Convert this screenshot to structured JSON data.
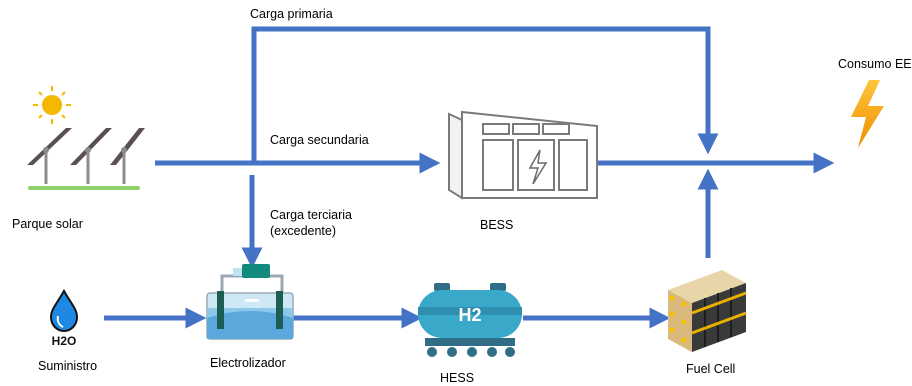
{
  "labels": {
    "carga_primaria": "Carga primaria",
    "carga_secundaria": "Carga secundaria",
    "carga_terciaria_line1": "Carga terciaria",
    "carga_terciaria_line2": "(excedente)",
    "consumo": "Consumo EE",
    "parque_solar": "Parque solar",
    "bess": "BESS",
    "suministro": "Suministro",
    "electrolizador": "Electrolizador",
    "hess": "HESS",
    "fuel_cell": "Fuel Cell"
  },
  "icon_text": {
    "h2o": "H2O",
    "h2": "H2"
  },
  "colors": {
    "arrow": "#4472C4",
    "lightning": "#F5A623",
    "panel": "#4a4a4a",
    "tank": "#3AA8C8",
    "water": "#1E88E5"
  },
  "icons": [
    "solar-panel-icon",
    "battery-icon",
    "water-drop-icon",
    "electrolyzer-icon",
    "hydrogen-tank-icon",
    "fuel-cell-icon",
    "lightning-icon"
  ]
}
